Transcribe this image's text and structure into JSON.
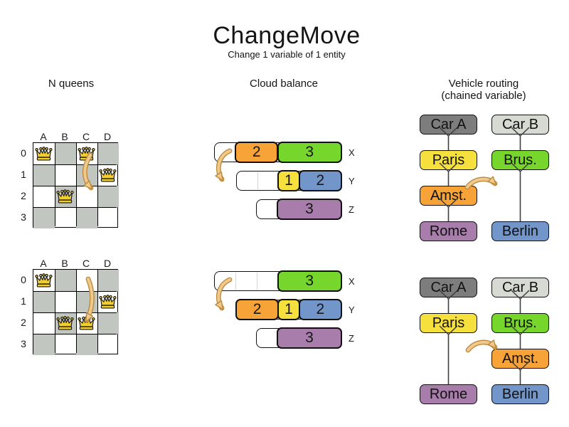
{
  "title": "ChangeMove",
  "subtitle": "Change 1 variable of 1 entity",
  "headers": {
    "nqueens": "N queens",
    "cloud": "Cloud balance",
    "vehicle_line1": "Vehicle routing",
    "vehicle_line2": "(chained variable)"
  },
  "colors": {
    "orange": "#f7a338",
    "green": "#77d62c",
    "yellow": "#f6e03e",
    "blue": "#7296c9",
    "purple": "#a87cab",
    "dark_gray": "#7d7d7d",
    "light_gray": "#d7dad2",
    "board_gray": "#c2c6c0",
    "queen_gold": "#f2cf2a",
    "arrow_fill": "#f0c98d",
    "arrow_outline": "#bd8a3e",
    "chain_line": "#3f3f3f"
  },
  "nqueens": {
    "col_labels": [
      "A",
      "B",
      "C",
      "D"
    ],
    "row_labels": [
      "0",
      "1",
      "2",
      "3"
    ],
    "states": [
      {
        "name": "before",
        "queens": [
          [
            0,
            0
          ],
          [
            2,
            0
          ],
          [
            3,
            1
          ],
          [
            1,
            2
          ]
        ]
      },
      {
        "name": "after",
        "queens": [
          [
            0,
            0
          ],
          [
            3,
            1
          ],
          [
            1,
            2
          ],
          [
            2,
            2
          ]
        ]
      }
    ]
  },
  "cloud": {
    "row_labels": [
      "X",
      "Y",
      "Z"
    ],
    "states": [
      {
        "name": "before",
        "rows": [
          {
            "label": "X",
            "bars": [
              {
                "empty": 1
              },
              {
                "value": "2",
                "color": "orange",
                "size": 2
              },
              {
                "value": "3",
                "color": "green",
                "size": 3
              }
            ]
          },
          {
            "label": "Y",
            "bars": [
              {
                "empty": 2
              },
              {
                "value": "1",
                "color": "yellow",
                "size": 1
              },
              {
                "value": "2",
                "color": "blue",
                "size": 2
              }
            ]
          },
          {
            "label": "Z",
            "bars": [
              {
                "empty": 1
              },
              {
                "value": "3",
                "color": "purple",
                "size": 3
              }
            ]
          }
        ]
      },
      {
        "name": "after",
        "rows": [
          {
            "label": "X",
            "bars": [
              {
                "empty": 3
              },
              {
                "value": "3",
                "color": "green",
                "size": 3
              }
            ]
          },
          {
            "label": "Y",
            "bars": [
              {
                "value": "2",
                "color": "orange",
                "size": 2
              },
              {
                "value": "1",
                "color": "yellow",
                "size": 1
              },
              {
                "value": "2",
                "color": "blue",
                "size": 2
              }
            ]
          },
          {
            "label": "Z",
            "bars": [
              {
                "empty": 1
              },
              {
                "value": "3",
                "color": "purple",
                "size": 3
              }
            ]
          }
        ]
      }
    ]
  },
  "vehicle": {
    "states": [
      {
        "name": "before",
        "chains": [
          {
            "col": 0,
            "nodes": [
              {
                "label": "Car A",
                "color": "dark_gray",
                "row": 0
              },
              {
                "label": "Paris",
                "color": "yellow",
                "row": 1
              },
              {
                "label": "Amst.",
                "color": "orange",
                "row": 2
              },
              {
                "label": "Rome",
                "color": "purple",
                "row": 3
              }
            ]
          },
          {
            "col": 1,
            "nodes": [
              {
                "label": "Car B",
                "color": "light_gray",
                "row": 0
              },
              {
                "label": "Brus.",
                "color": "green",
                "row": 1
              },
              {
                "label": "Berlin",
                "color": "blue",
                "row": 3
              }
            ]
          }
        ]
      },
      {
        "name": "after",
        "chains": [
          {
            "col": 0,
            "nodes": [
              {
                "label": "Car A",
                "color": "dark_gray",
                "row": 0
              },
              {
                "label": "Paris",
                "color": "yellow",
                "row": 1
              },
              {
                "label": "Rome",
                "color": "purple",
                "row": 3
              }
            ]
          },
          {
            "col": 1,
            "nodes": [
              {
                "label": "Car B",
                "color": "light_gray",
                "row": 0
              },
              {
                "label": "Brus.",
                "color": "green",
                "row": 1
              },
              {
                "label": "Amst.",
                "color": "orange",
                "row": 2
              },
              {
                "label": "Berlin",
                "color": "blue",
                "row": 3
              }
            ]
          }
        ]
      }
    ]
  }
}
